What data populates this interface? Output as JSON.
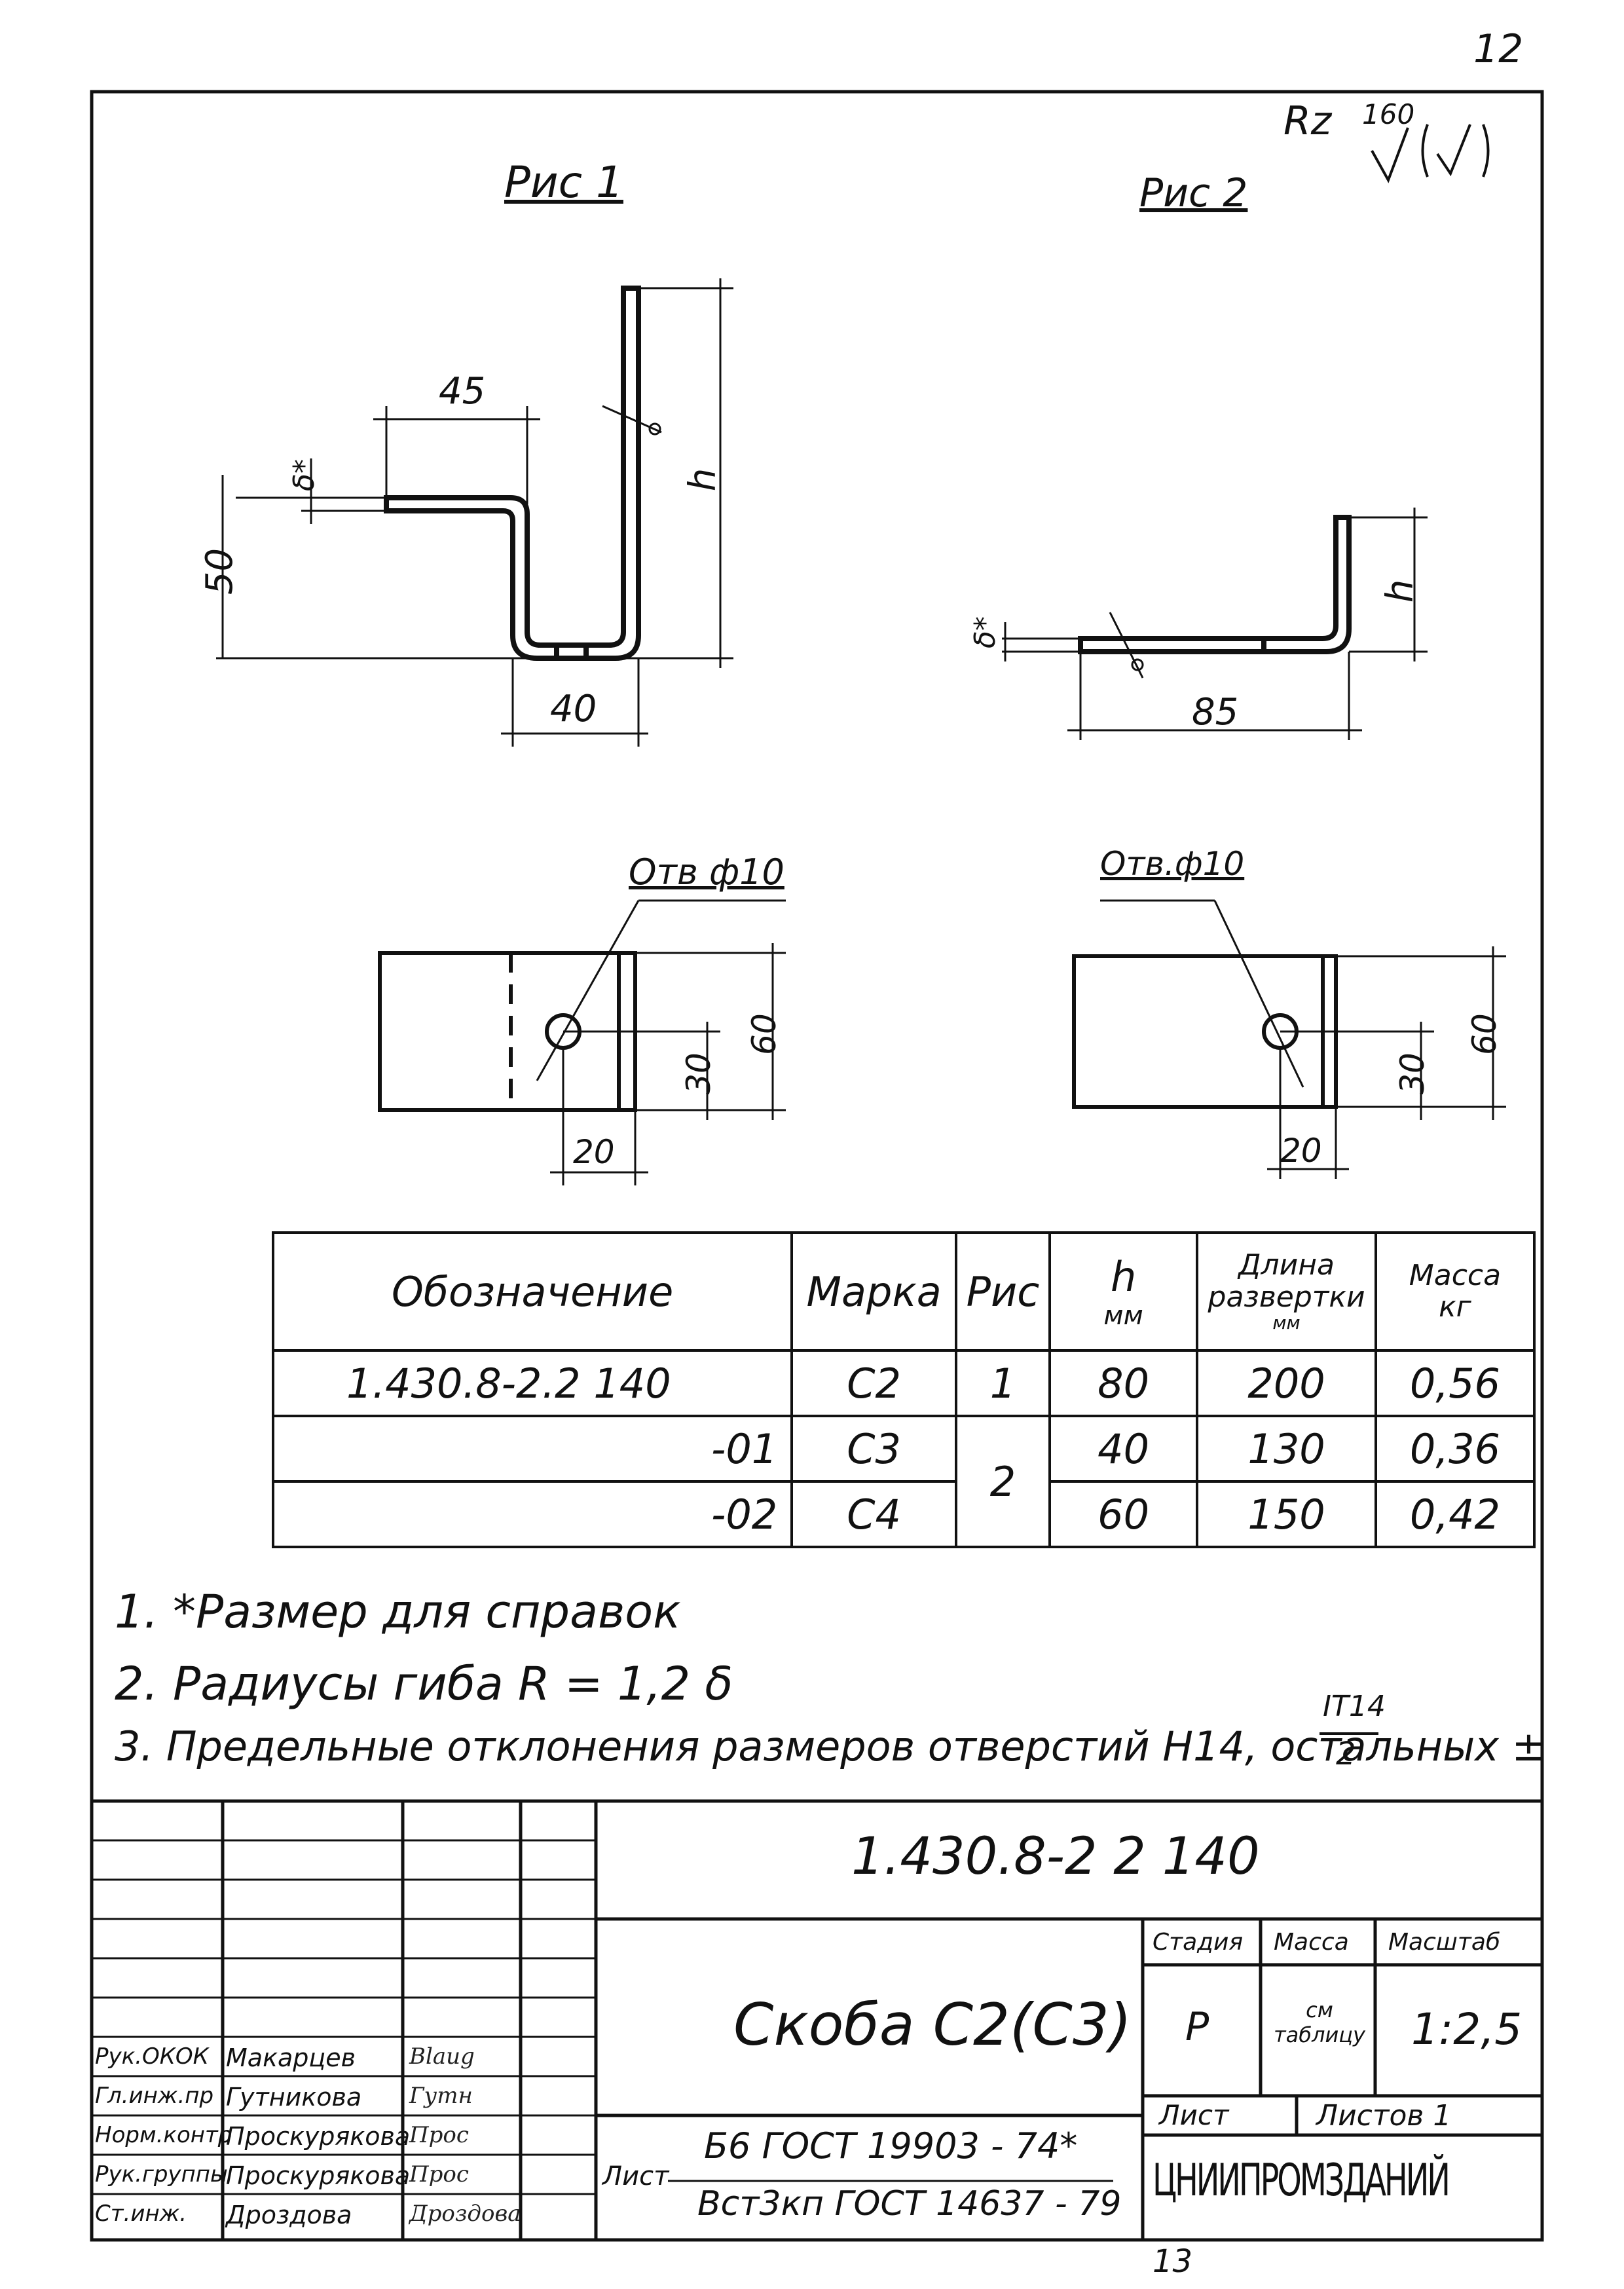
{
  "page_number": "12",
  "page_number_bottom": "13",
  "roughness": {
    "symbol": "Rz",
    "value": "160"
  },
  "figures": {
    "fig1": {
      "title": "Рис 1",
      "dims": {
        "top_len": "45",
        "thickness": "δ*",
        "height_left": "50",
        "bottom": "40",
        "h": "h"
      },
      "plan": {
        "hole": "Отв ф10",
        "offset": "20",
        "half": "30",
        "width": "60"
      }
    },
    "fig2": {
      "title": "Рис 2",
      "dims": {
        "thickness": "δ*",
        "length": "85",
        "h": "h"
      },
      "plan": {
        "hole": "Отв.ф10",
        "offset": "20",
        "half": "30",
        "width": "60"
      }
    }
  },
  "spec_table": {
    "headers": {
      "designation": "Обозначение",
      "mark": "Марка",
      "fig": "Рис",
      "h": "h",
      "h_unit": "мм",
      "length": "Длина",
      "length2": "развертки",
      "length_unit": "мм",
      "mass": "Масса",
      "mass_unit": "кг"
    },
    "rows": [
      {
        "designation": "1.430.8-2.2   140",
        "mark": "C2",
        "fig": "1",
        "h": "80",
        "length": "200",
        "mass": "0,56"
      },
      {
        "designation": "-01",
        "mark": "C3",
        "fig": "2",
        "h": "40",
        "length": "130",
        "mass": "0,36"
      },
      {
        "designation": "-02",
        "mark": "C4",
        "fig": "",
        "h": "60",
        "length": "150",
        "mass": "0,42"
      }
    ]
  },
  "notes": [
    "1. *Размер для справок",
    "2. Радиусы гиба  R = 1,2 δ",
    "3. Предельные отклонения размеров отверстий Н14, остальных ±"
  ],
  "note3_fraction": {
    "num": "IT14",
    "den": "2"
  },
  "title_block": {
    "doc_number": "1.430.8-2 2  140",
    "name": "Скоба  С2(С3)",
    "stage_label": "Стадия",
    "mass_label": "Масса",
    "scale_label": "Масштаб",
    "stage": "Р",
    "mass": "см таблицу",
    "scale": "1:2,5",
    "sheet_label": "Лист",
    "sheets_label": "Листов 1",
    "material_prefix": "Лист",
    "material_top": "Б6 ГОСТ 19903 - 74*",
    "material_bottom": "Вст3кп ГОСТ 14637 - 79",
    "organization": "ЦНИИПРОМЗДАНИЙ",
    "staff": [
      {
        "role": "Рук.ОКОК",
        "name": "Макарцев",
        "sign": "Blaug"
      },
      {
        "role": "Гл.инж.пр",
        "name": "Гутникова",
        "sign": "Гутн"
      },
      {
        "role": "Норм.контр",
        "name": "Проскурякова",
        "sign": "Прос"
      },
      {
        "role": "Рук.группы",
        "name": "Проскурякова",
        "sign": "Прос"
      },
      {
        "role": "Ст.инж.",
        "name": "Дроздова",
        "sign": "Дроздова"
      }
    ]
  }
}
